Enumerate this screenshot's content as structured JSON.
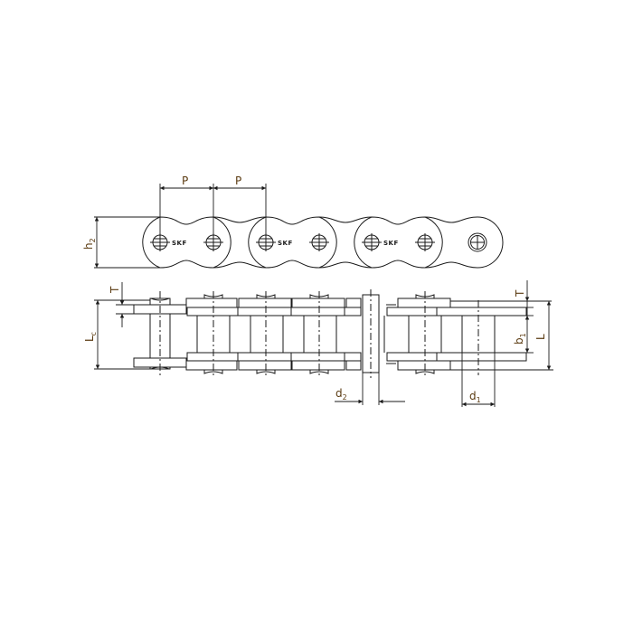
{
  "drawing": {
    "title": "Roller chain dimension drawing",
    "brand_logo": "SKF",
    "stroke_color": "#1a1a1a",
    "label_color": "#5a3a10",
    "background": "#ffffff"
  },
  "labels": {
    "pitch_1": "P",
    "pitch_2": "P",
    "plate_height": "h",
    "plate_height_sub": "2",
    "plate_thickness_left": "T",
    "plate_thickness_right": "T",
    "connecting_length": "L",
    "connecting_length_sub": "c",
    "pin_length": "L",
    "inner_width": "b",
    "inner_width_sub": "1",
    "pin_diameter": "d",
    "pin_diameter_sub": "2",
    "roller_diameter": "d",
    "roller_diameter_sub": "1"
  }
}
